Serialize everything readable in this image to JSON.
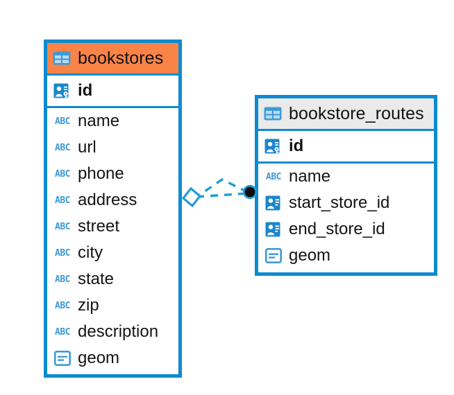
{
  "diagram": {
    "kind": "entity-relationship-diagram",
    "background": "#ffffff",
    "accent_blue": "#0d8bd1",
    "header_accent_color": "#fa8348",
    "header_plain_color": "#eaeaea",
    "icon_blue": "#3e9ad6"
  },
  "tables": [
    {
      "name": "bookstores",
      "header_style": "accent",
      "primary_key": {
        "label": "id",
        "icon": "primary-key-icon"
      },
      "fields": [
        {
          "label": "name",
          "icon": "abc-text-icon",
          "icon_text": "ABC"
        },
        {
          "label": "url",
          "icon": "abc-text-icon",
          "icon_text": "ABC"
        },
        {
          "label": "phone",
          "icon": "abc-text-icon",
          "icon_text": "ABC"
        },
        {
          "label": "address",
          "icon": "abc-text-icon",
          "icon_text": "ABC"
        },
        {
          "label": "street",
          "icon": "abc-text-icon",
          "icon_text": "ABC"
        },
        {
          "label": "city",
          "icon": "abc-text-icon",
          "icon_text": "ABC"
        },
        {
          "label": "state",
          "icon": "abc-text-icon",
          "icon_text": "ABC"
        },
        {
          "label": "zip",
          "icon": "abc-text-icon",
          "icon_text": "ABC"
        },
        {
          "label": "description",
          "icon": "abc-text-icon",
          "icon_text": "ABC"
        },
        {
          "label": "geom",
          "icon": "geometry-icon",
          "icon_text": ""
        }
      ]
    },
    {
      "name": "bookstore_routes",
      "header_style": "plain",
      "primary_key": {
        "label": "id",
        "icon": "primary-key-icon"
      },
      "fields": [
        {
          "label": "name",
          "icon": "abc-text-icon",
          "icon_text": "ABC"
        },
        {
          "label": "start_store_id",
          "icon": "foreign-key-icon",
          "icon_text": ""
        },
        {
          "label": "end_store_id",
          "icon": "foreign-key-icon",
          "icon_text": ""
        },
        {
          "label": "geom",
          "icon": "geometry-icon",
          "icon_text": ""
        }
      ]
    }
  ],
  "relationship": {
    "from_table": "bookstores",
    "to_table": "bookstore_routes",
    "line_style": "dashed",
    "source_marker": "diamond",
    "target_marker": "filled-circle",
    "color": "#1f9cd8"
  }
}
